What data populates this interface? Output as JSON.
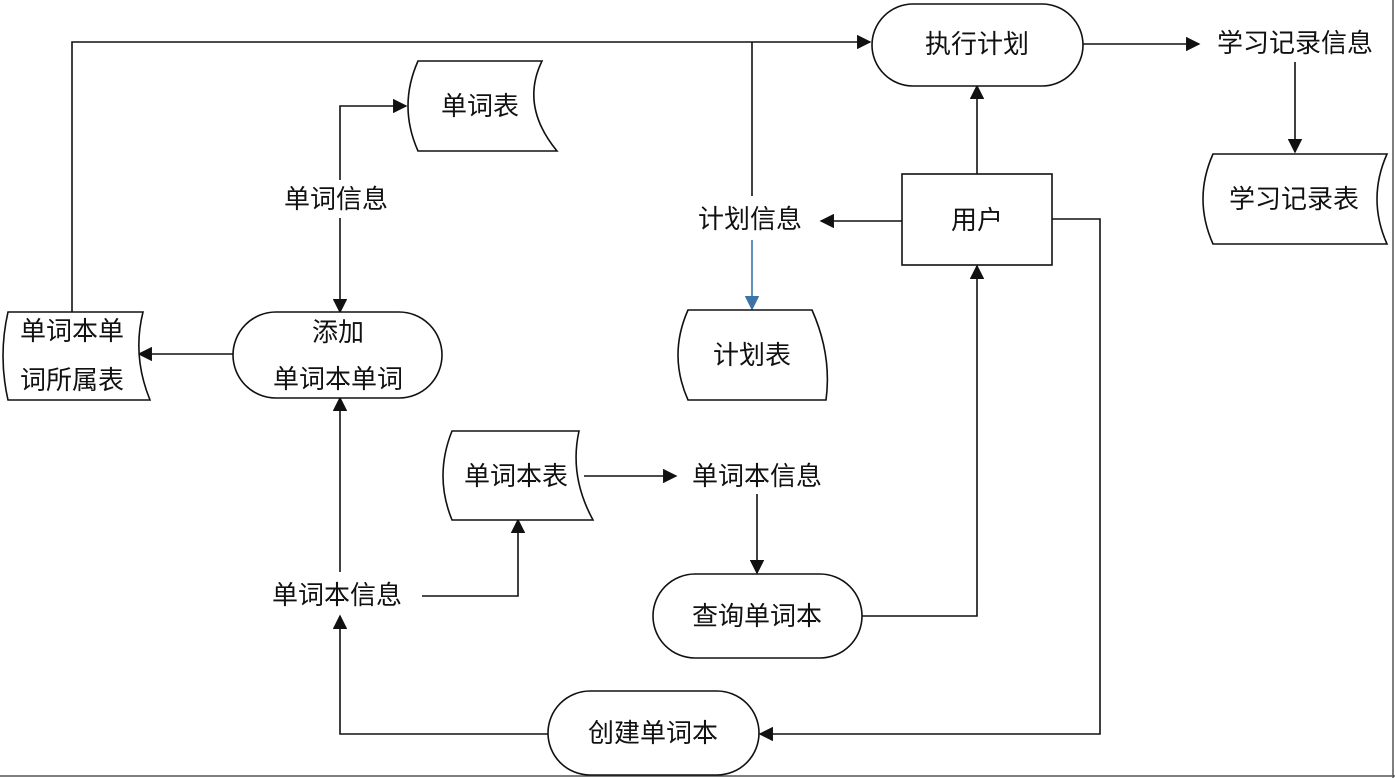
{
  "nodes": {
    "execute_plan": "执行计划",
    "study_record_info": "学习记录信息",
    "study_record_table": "学习记录表",
    "word_table": "单词表",
    "word_info": "单词信息",
    "plan_info": "计划信息",
    "user": "用户",
    "plan_table": "计划表",
    "notebook_word_table_line1": "单词本单",
    "notebook_word_table_line2": "词所属表",
    "add_word_line1": "添加",
    "add_word_line2": "单词本单词",
    "notebook_table": "单词本表",
    "notebook_info_right": "单词本信息",
    "query_notebook": "查询单词本",
    "notebook_info_left": "单词本信息",
    "create_notebook": "创建单词本"
  },
  "colors": {
    "stroke": "#111111",
    "accent_edge": "#3d73a6",
    "background": "#ffffff"
  }
}
